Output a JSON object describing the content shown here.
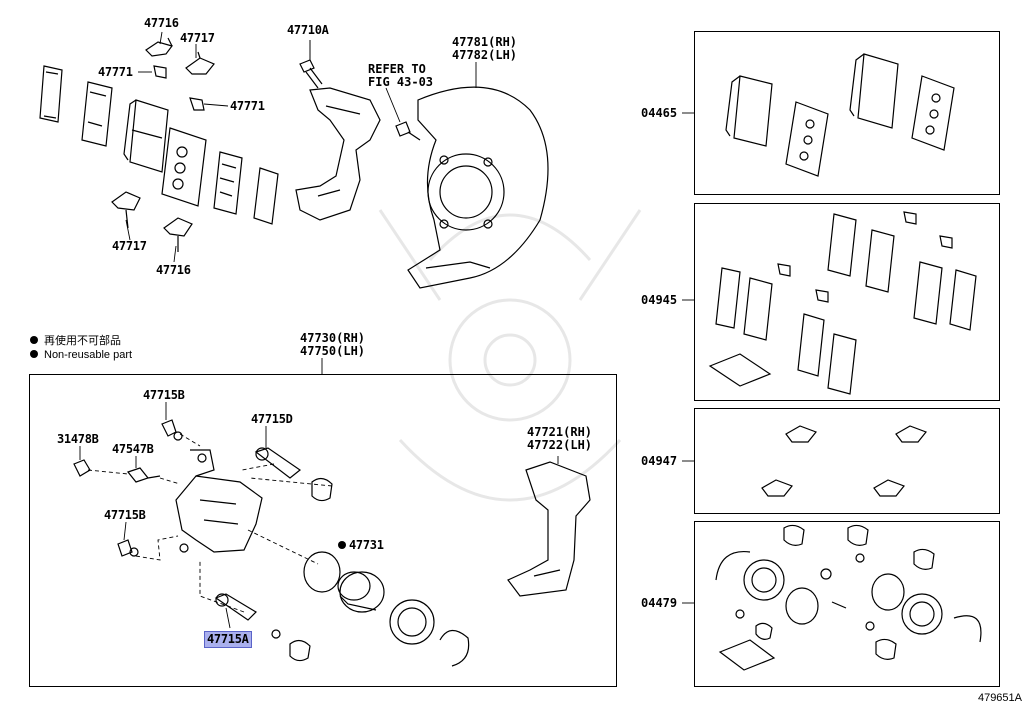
{
  "labels": {
    "p47716_top": "47716",
    "p47717_top": "47717",
    "p47771_a": "47771",
    "p47771_b": "47771",
    "p47717_bot": "47717",
    "p47716_bot": "47716",
    "p47710A": "47710A",
    "refer_to_1": "REFER TO",
    "refer_to_2": "FIG 43-03",
    "p47781": "47781(RH)",
    "p47782": "47782(LH)",
    "p47730": "47730(RH)",
    "p47750": "47750(LH)",
    "p47715B_top": "47715B",
    "p47715D": "47715D",
    "p31478B": "31478B",
    "p47547B": "47547B",
    "p47715B_bot": "47715B",
    "p47731": "47731",
    "p47721": "47721(RH)",
    "p47722": "47722(LH)",
    "p47715A": "47715A"
  },
  "legend": {
    "japanese": "再使用不可部品",
    "english": "Non-reusable part"
  },
  "kits": [
    {
      "code": "04465"
    },
    {
      "code": "04945"
    },
    {
      "code": "04947"
    },
    {
      "code": "04479"
    }
  ],
  "figure_id": "479651A",
  "highlight_color": "#aab0ee"
}
